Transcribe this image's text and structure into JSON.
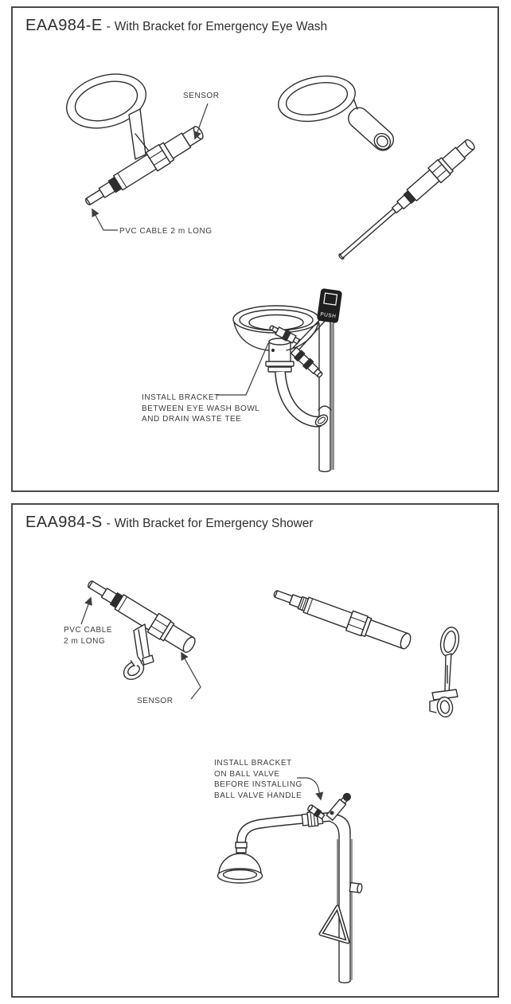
{
  "colors": {
    "ink": "#2e2e2e",
    "panel_border": "#4a4a4a",
    "label_text": "#3d3d3d",
    "push_sign_bg": "#1f1f1f",
    "push_sign_text": "#ffffff"
  },
  "panels": [
    {
      "model": "EAA984-E",
      "separator": "-",
      "subtitle": "With Bracket for Emergency Eye Wash",
      "labels": {
        "sensor": "SENSOR",
        "cable": "PVC CABLE 2 m LONG",
        "install_note": [
          "INSTALL BRACKET",
          "BETWEEN EYE WASH BOWL",
          "AND DRAIN WASTE TEE"
        ],
        "push_sign": "PUSH"
      }
    },
    {
      "model": "EAA984-S",
      "separator": "-",
      "subtitle": "With Bracket for Emergency Shower",
      "labels": {
        "cable": [
          "PVC CABLE",
          "2 m LONG"
        ],
        "sensor": "SENSOR",
        "install_note": [
          "INSTALL BRACKET",
          "ON BALL VALVE",
          "BEFORE INSTALLING",
          "BALL VALVE HANDLE"
        ]
      }
    }
  ]
}
